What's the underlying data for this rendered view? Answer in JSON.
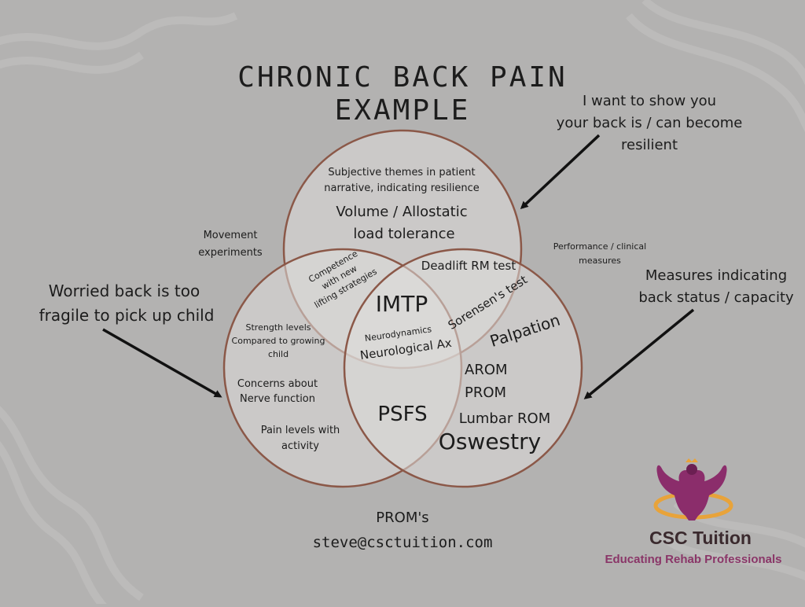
{
  "title_line1": "CHRONIC BACK PAIN",
  "title_line2": "EXAMPLE",
  "top_circle": {
    "themes_line1": "Subjective themes in patient",
    "themes_line2": "narrative, indicating resilience",
    "volume_line1": "Volume / Allostatic",
    "volume_line2": "load tolerance"
  },
  "left_circle": {
    "strength_line1": "Strength levels",
    "strength_line2": "Compared to growing",
    "strength_line3": "child",
    "concerns_line1": "Concerns about",
    "concerns_line2": "Nerve function",
    "pain_line1": "Pain levels with",
    "pain_line2": "activity"
  },
  "right_circle": {
    "palpation": "Palpation",
    "arom": "AROM",
    "prom": "PROM",
    "lumbar_rom": "Lumbar ROM",
    "oswestry": "Oswestry"
  },
  "overlap_top_left": {
    "line1": "Competence",
    "line2": "with new",
    "line3": "lifting strategies"
  },
  "overlap_top_right": {
    "deadlift": "Deadlift RM test",
    "sorensen": "Sorensen's test"
  },
  "overlap_center": {
    "imtp": "IMTP",
    "neurodynamics": "Neurodynamics",
    "neurological": "Neurological Ax"
  },
  "overlap_bottom": {
    "psfs": "PSFS"
  },
  "outside": {
    "movement_line1": "Movement",
    "movement_line2": "experiments",
    "performance_line1": "Performance / clinical",
    "performance_line2": "measures",
    "proms": "PROM's",
    "email": "steve@csctuition.com"
  },
  "annotations": {
    "resilient_line1": "I want to show you",
    "resilient_line2": "your back is / can become",
    "resilient_line3": "resilient",
    "fragile_line1": "Worried back is too",
    "fragile_line2": "fragile to pick up child",
    "measures_line1": "Measures indicating",
    "measures_line2": "back status / capacity"
  },
  "logo": {
    "name": "CSC Tuition",
    "tagline": "Educating Rehab Professionals"
  },
  "colors": {
    "background": "#b3b2b1",
    "circle_fill": "#dedcdb",
    "circle_stroke": "#8b5848",
    "brand_text": "#3b2a2e",
    "brand_accent": "#8a3668",
    "logo_purple": "#8b2d6b",
    "logo_gold": "#e8a33a"
  }
}
